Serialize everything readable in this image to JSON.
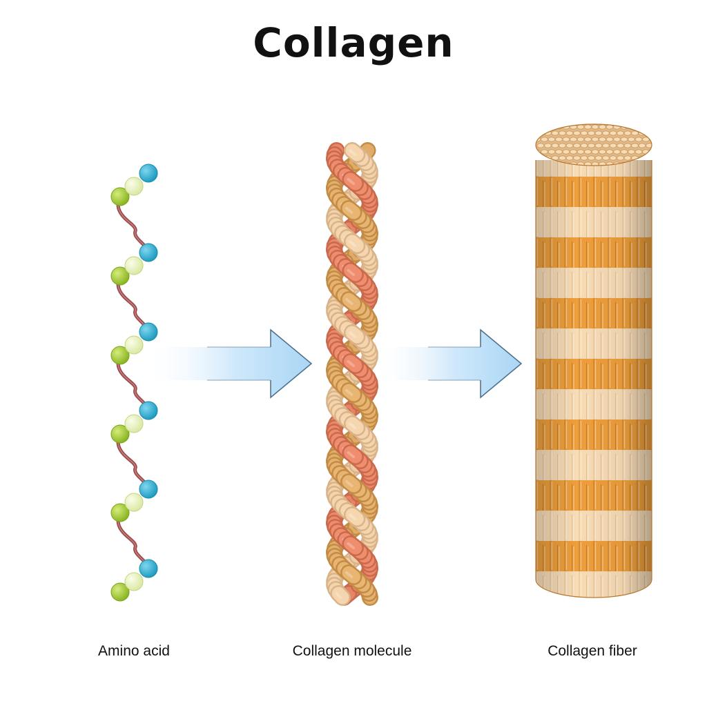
{
  "title": "Collagen",
  "labels": {
    "amino_acid": "Amino acid",
    "molecule": "Collagen molecule",
    "fiber": "Collagen fiber"
  },
  "colors": {
    "green": "#9fc82f",
    "pale_green": "#e3efb5",
    "blue": "#2fb3d2",
    "link": "#9a4a4a",
    "arrow_fill": "#a9d6f5",
    "arrow_stroke": "#4a6e8a",
    "strand_cream": "#f6d6ae",
    "strand_tan": "#e8b572",
    "strand_salmon": "#ef8e6e",
    "fiber_orange": "#ee9f3c",
    "fiber_cream": "#f8dcb6"
  }
}
